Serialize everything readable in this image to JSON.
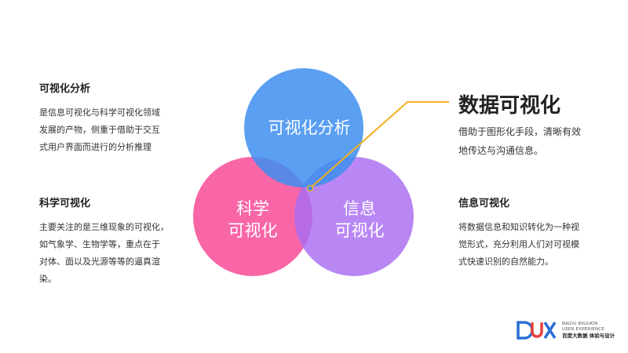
{
  "left_top": {
    "title": "可视化分析",
    "body": "是信息可视化与科学可视化领域\n发展的产物，侧重于借助于交互\n式用户界面而进行的分析推理"
  },
  "left_bottom": {
    "title": "科学可视化",
    "body": "主要关注的是三维现象的可视化，\n如气象学、生物学等，重点在于\n对体、面以及光源等等的逼真渲\n染。"
  },
  "right_top": {
    "title": "数据可视化",
    "body": "借助于图形化手段，清晰有效\n地传达与沟通信息。"
  },
  "right_bottom": {
    "title": "信息可视化",
    "body": "将数据信息和知识转化为一种视\n觉形式，充分利用人们对可视模\n式快速识别的自然能力。"
  },
  "venn": {
    "top_label": "可视化分析",
    "left_label_line1": "科学",
    "left_label_line2": "可视化",
    "right_label_line1": "信息",
    "right_label_line2": "可视化",
    "colors": {
      "top": "#3d8ef0",
      "left": "#f7559d",
      "right": "#a86cf2",
      "connector": "#f2b01e"
    }
  },
  "brand": {
    "line1": "BAIDU BIGDATA",
    "line2": "USER EXPERIENCE",
    "line3": "百度大数据 体验与设计",
    "logo_text": "DUX",
    "logo_icon": "dux-logo-icon"
  }
}
